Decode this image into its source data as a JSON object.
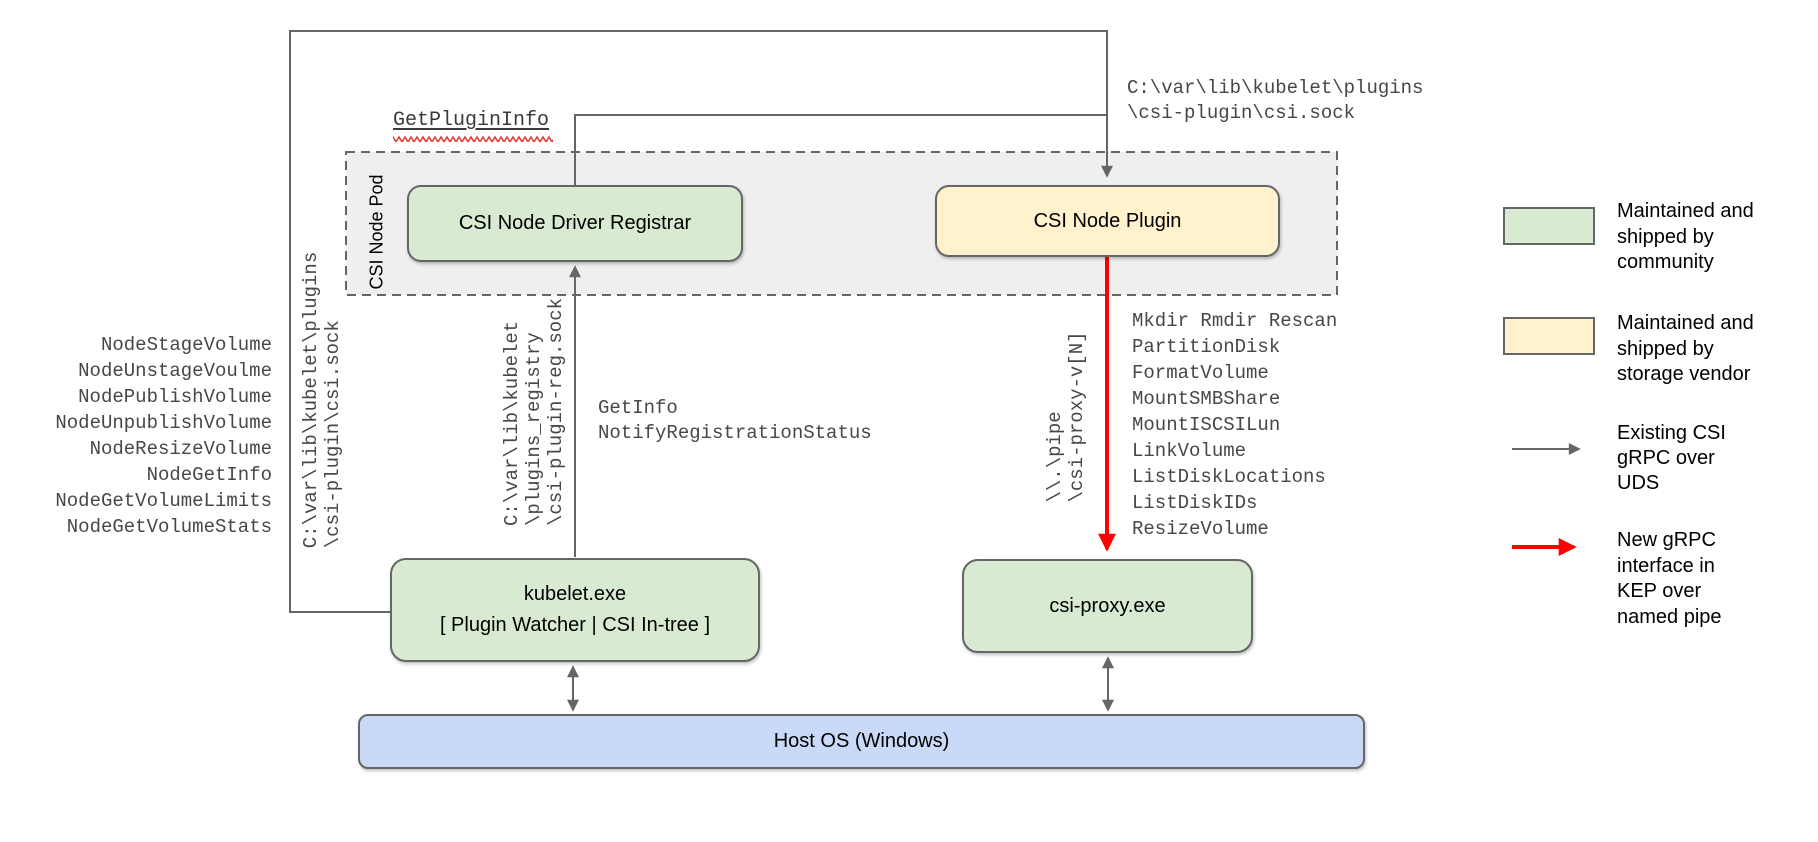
{
  "colors": {
    "community_green": "#d9ead3",
    "vendor_yellow": "#fff2cc",
    "host_blue": "#c9daf8",
    "pod_gray": "#efefef",
    "line_gray": "#666666",
    "arrow_red": "#ff0000",
    "squiggle_red": "#e53935"
  },
  "pod": {
    "label": "CSI Node Pod"
  },
  "boxes": {
    "registrar": "CSI Node Driver Registrar",
    "plugin": "CSI Node Plugin",
    "kubelet_line1": "kubelet.exe",
    "kubelet_line2": "[ Plugin Watcher | CSI In-tree ]",
    "csi_proxy": "csi-proxy.exe",
    "host_os": "Host OS (Windows)"
  },
  "annotations": {
    "get_plugin_info": "GetPluginInfo",
    "csi_sock_path": [
      "C:\\var\\lib\\kubelet\\plugins",
      "\\csi-plugin\\csi.sock"
    ],
    "node_rpcs": [
      "NodeStageVolume",
      "NodeUnstageVoulme",
      "NodePublishVolume",
      "NodeUnpublishVolume",
      "NodeResizeVolume",
      "NodeGetInfo",
      "NodeGetVolumeLimits",
      "NodeGetVolumeStats"
    ],
    "registration_rpcs": [
      "GetInfo",
      "NotifyRegistrationStatus"
    ],
    "proxy_rpcs": [
      "Mkdir Rmdir Rescan",
      "PartitionDisk",
      "FormatVolume",
      "MountSMBShare",
      "MountISCSILun",
      "LinkVolume",
      "ListDiskLocations",
      "ListDiskIDs",
      "ResizeVolume"
    ],
    "uds_path_vertical": [
      "C:\\var\\lib\\kubelet\\plugins",
      "\\csi-plugin\\csi.sock"
    ],
    "registry_path_vertical": [
      "C:\\var\\lib\\kubelet",
      "\\plugins_registry",
      "\\csi-plugin-reg.sock"
    ],
    "pipe_path_vertical": [
      "\\\\.\\pipe",
      "\\csi-proxy-v[N]"
    ]
  },
  "legend": {
    "items": [
      {
        "swatch": "green-box",
        "label": "Maintained and shipped by community"
      },
      {
        "swatch": "yellow-box",
        "label": "Maintained and shipped by storage vendor"
      },
      {
        "swatch": "gray-arrow",
        "label": "Existing CSI gRPC over UDS"
      },
      {
        "swatch": "red-arrow",
        "label": "New gRPC interface in KEP over named pipe"
      }
    ]
  }
}
